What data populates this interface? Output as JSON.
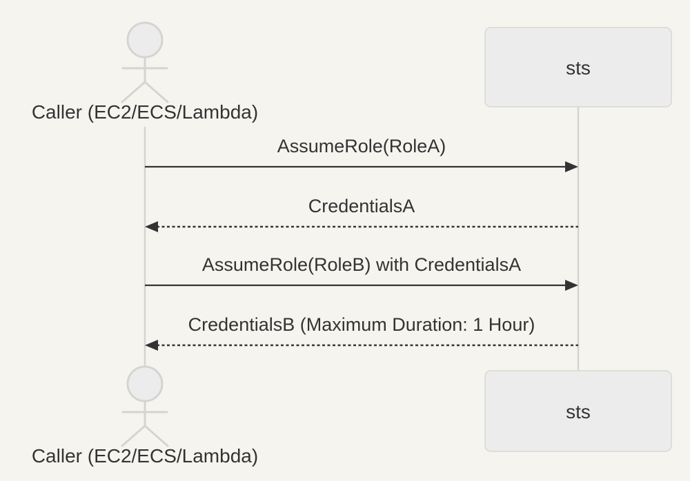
{
  "diagram": {
    "type": "sequence-diagram",
    "title": "",
    "actors": [
      {
        "label": "Caller (EC2/ECS/Lambda)",
        "kind": "actor",
        "icon": "person-icon"
      },
      {
        "label": "sts",
        "kind": "participant",
        "icon": "box"
      }
    ],
    "messages": [
      {
        "from": "Caller (EC2/ECS/Lambda)",
        "to": "sts",
        "text": "AssumeRole(RoleA)",
        "line": "solid",
        "direction": "right"
      },
      {
        "from": "sts",
        "to": "Caller (EC2/ECS/Lambda)",
        "text": "CredentialsA",
        "line": "dashed",
        "direction": "left"
      },
      {
        "from": "Caller (EC2/ECS/Lambda)",
        "to": "sts",
        "text": "AssumeRole(RoleB) with CredentialsA",
        "line": "solid",
        "direction": "right"
      },
      {
        "from": "sts",
        "to": "Caller (EC2/ECS/Lambda)",
        "text": "CredentialsB (Maximum Duration: 1 Hour)",
        "line": "dashed",
        "direction": "left"
      }
    ],
    "colors": {
      "background": "#f5f4ef",
      "text": "#333333",
      "arrow": "#333333",
      "lifeline": "#d6d4d0",
      "actor_line": "#d6d4d0",
      "actor_head_fill": "#ececec",
      "box_fill": "#ececec",
      "box_border": "#d8d6d1"
    }
  }
}
